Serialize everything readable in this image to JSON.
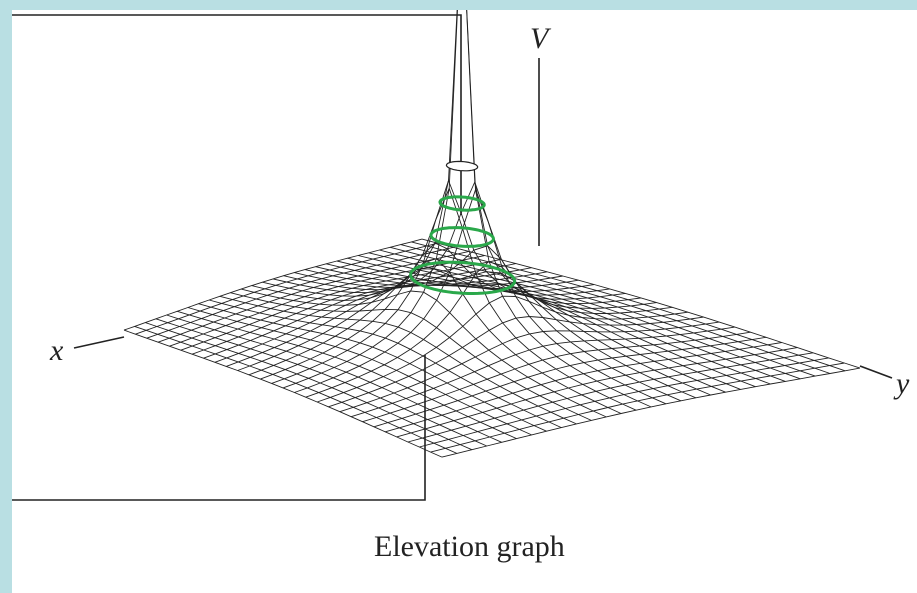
{
  "diagram": {
    "axis_labels": {
      "x": "x",
      "y": "y",
      "v": "V"
    },
    "caption": "Elevation graph",
    "colors": {
      "background": "#b9dfe3",
      "mesh": "#222222",
      "contour": "#2aa84a"
    }
  }
}
